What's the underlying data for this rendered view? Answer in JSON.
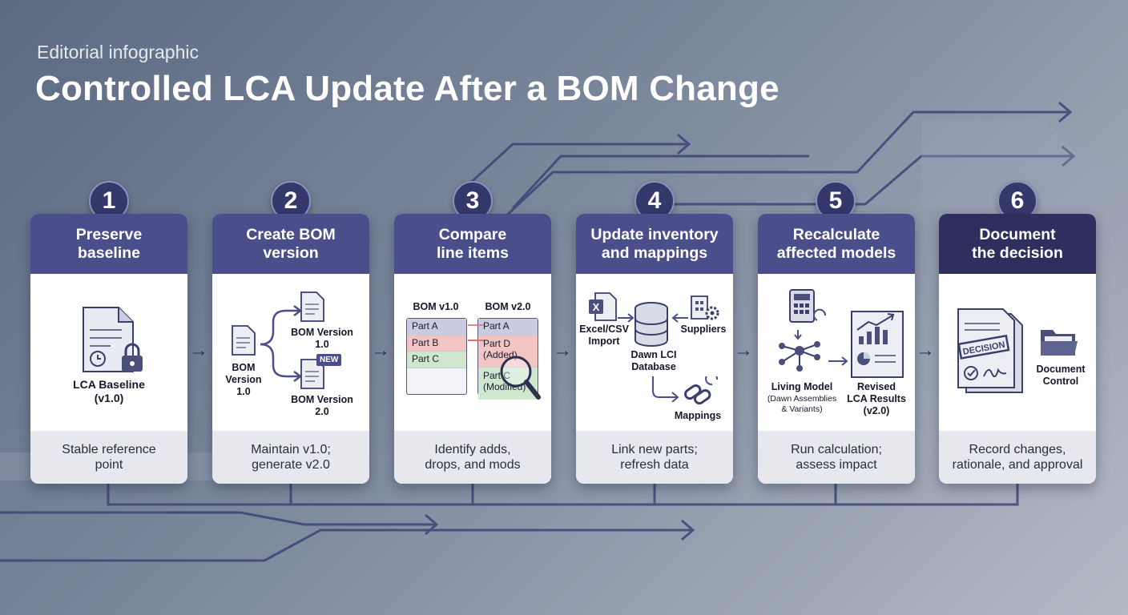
{
  "header": {
    "eyebrow": "Editorial infographic",
    "title": "Controlled LCA Update After a BOM Change"
  },
  "colors": {
    "card_header": "#4a4f8c",
    "card_header_dark": "#2d2f5e",
    "badge": "#34386b",
    "footer": "#e6e8ed",
    "flow_lines": "#3b3f72"
  },
  "steps": [
    {
      "number": "1",
      "title": "Preserve\nbaseline",
      "footer": "Stable reference\npoint",
      "labels": {
        "baseline": "LCA Baseline\n(v1.0)"
      },
      "icons": [
        "document-icon",
        "lock-icon"
      ]
    },
    {
      "number": "2",
      "title": "Create BOM\nversion",
      "footer": "Maintain v1.0;\ngenerate v2.0",
      "labels": {
        "source": "BOM\nVersion\n1.0",
        "top": "BOM Version\n1.0",
        "bottom": "BOM Version\n2.0",
        "new_badge": "NEW"
      },
      "icons": [
        "document-icon",
        "branch-arrow-icon"
      ]
    },
    {
      "number": "3",
      "title": "Compare\nline items",
      "footer": "Identify adds,\ndrops, and mods",
      "table_v1": {
        "title": "BOM v1.0",
        "rows": [
          "Part A",
          "Part B",
          "Part C"
        ]
      },
      "table_v2": {
        "title": "BOM v2.0",
        "rows": [
          "Part A",
          "Part D\n(Added)",
          "Part C\n(Modified)"
        ]
      },
      "icons": [
        "magnifier-icon"
      ]
    },
    {
      "number": "4",
      "title": "Update inventory\nand mappings",
      "footer": "Link new parts;\nrefresh data",
      "labels": {
        "import": "Excel/CSV\nImport",
        "suppliers": "Suppliers",
        "database": "Dawn LCI\nDatabase",
        "mappings": "Mappings"
      },
      "icons": [
        "excel-file-icon",
        "database-icon",
        "factory-gear-icon",
        "link-icon"
      ]
    },
    {
      "number": "5",
      "title": "Recalculate\naffected models",
      "footer": "Run calculation;\nassess impact",
      "labels": {
        "model": "Living Model",
        "model_sub": "(Dawn Assemblies\n& Variants)",
        "results": "Revised\nLCA Results\n(v2.0)"
      },
      "icons": [
        "calculator-icon",
        "tree-icon",
        "chart-report-icon"
      ]
    },
    {
      "number": "6",
      "title": "Document\nthe decision",
      "footer": "Record changes,\nrationale, and approval",
      "labels": {
        "stamp": "DECISION",
        "control": "Document\nControl"
      },
      "icons": [
        "decision-document-icon",
        "folder-icon"
      ]
    }
  ]
}
